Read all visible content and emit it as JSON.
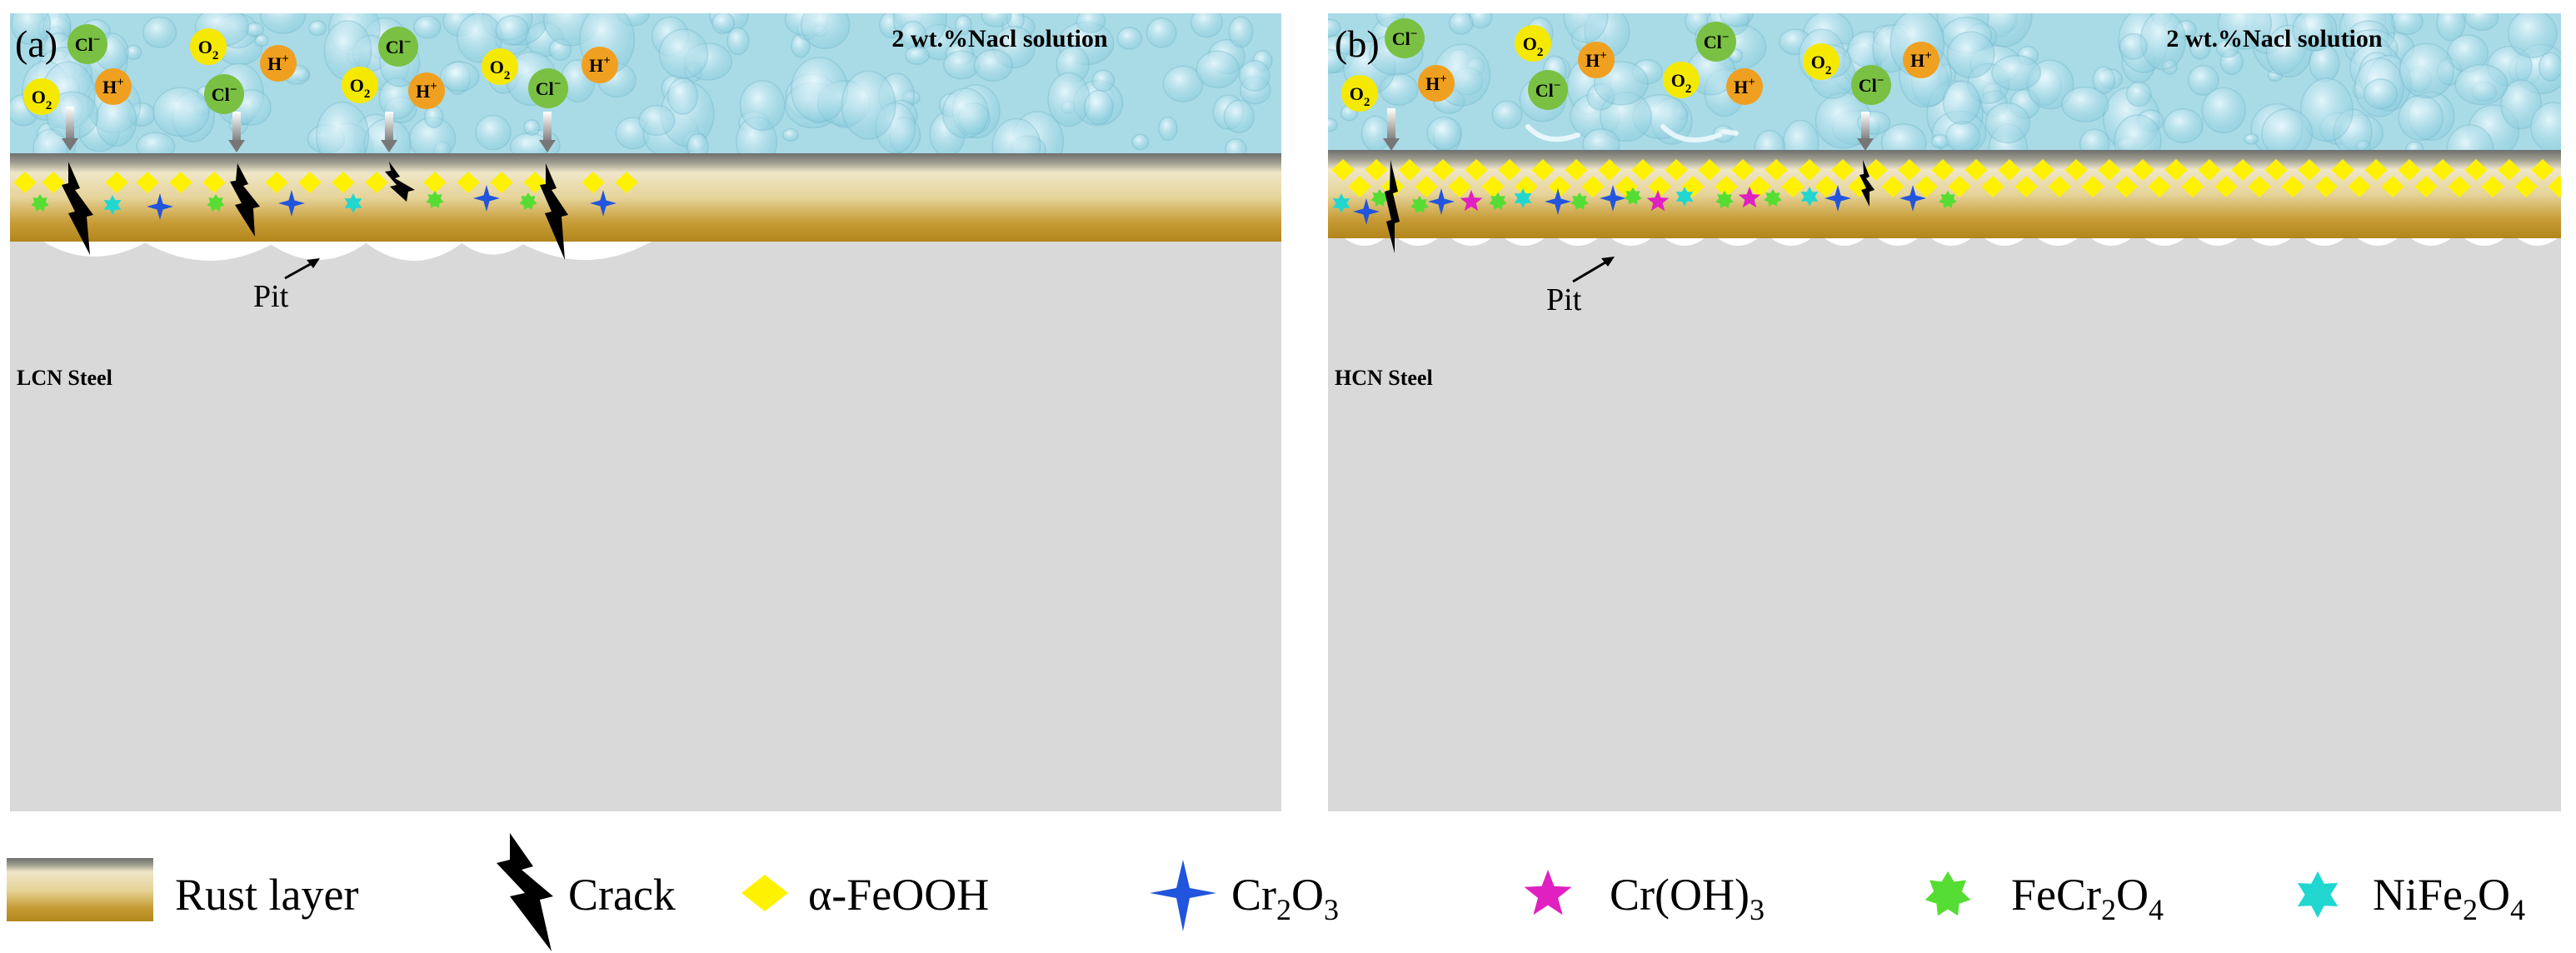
{
  "panels": [
    {
      "id": "a",
      "label": "(a)",
      "solution_label": "2 wt.%Nacl solution",
      "steel_label": "LCN Steel",
      "pit_label": "Pit"
    },
    {
      "id": "b",
      "label": "(b)",
      "solution_label": "2 wt.%Nacl solution",
      "steel_label": "HCN Steel",
      "pit_label": "Pit"
    }
  ],
  "ions": {
    "cl": "Cl",
    "cl_sup": "−",
    "o2": "O",
    "o2_sub": "2",
    "h": "H",
    "h_sup": "+"
  },
  "legend": {
    "rust_layer": "Rust layer",
    "crack": "Crack",
    "feooh": "α-FeOOH",
    "cr2o3_a": "Cr",
    "cr2o3_sub1": "2",
    "cr2o3_b": "O",
    "cr2o3_sub2": "3",
    "croh3": "Cr(OH)",
    "croh3_sub": "3",
    "fecr2o4_a": "FeCr",
    "fecr2o4_sub1": "2",
    "fecr2o4_b": "O",
    "fecr2o4_sub2": "4",
    "nife2o4_a": "NiFe",
    "nife2o4_sub1": "2",
    "nife2o4_b": "O",
    "nife2o4_sub2": "4"
  },
  "colors": {
    "solution": "#a9dbe6",
    "rust_dark": "#b58a1e",
    "rust_light": "#e8d9a6",
    "steel": "#d9d9d9",
    "cl_ion": "#7ac143",
    "o2_ion": "#f5e900",
    "h_ion": "#f0a020",
    "feooh": "#fff200",
    "cr2o3": "#2255dd",
    "croh3": "#e020c0",
    "fecr2o4": "#55dd33",
    "nife2o4": "#22d6d0"
  }
}
